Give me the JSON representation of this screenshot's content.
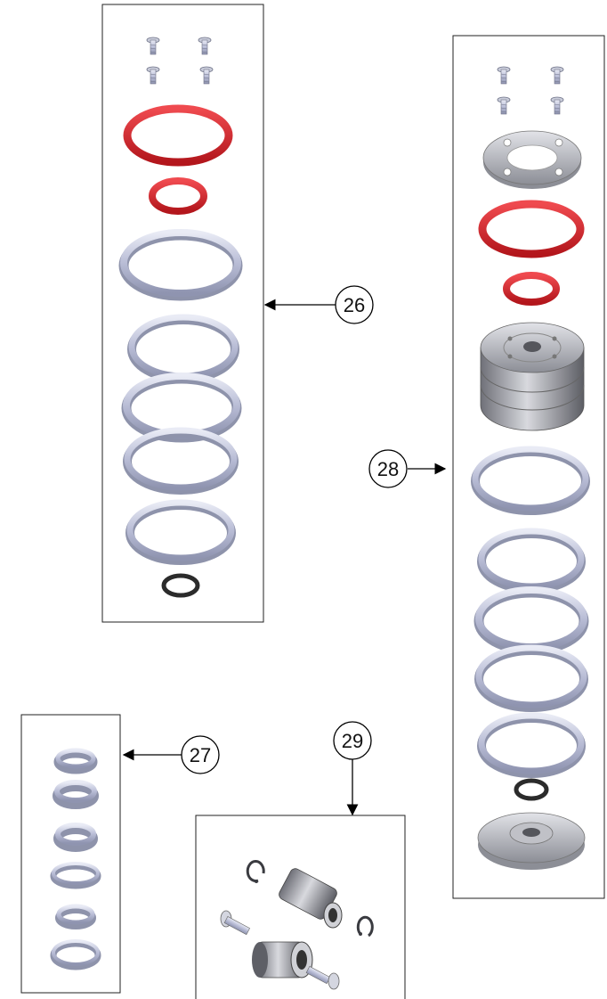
{
  "callouts": {
    "c26": "26",
    "c27": "27",
    "c28": "28",
    "c29": "29"
  },
  "colors": {
    "oring_red": "#d9252b",
    "ring_silver": "#c9cde3",
    "ring_shadow": "#8e93ab",
    "metal_gray": "#b5b7bf",
    "dark_seal": "#2b2b2b",
    "frame": "#222222",
    "arrow": "#000000"
  },
  "icons": {
    "screw": "screw-icon",
    "oring": "o-ring-icon",
    "ring": "wear-ring-icon",
    "piston": "piston-icon",
    "plate": "cover-plate-icon",
    "bushing": "bushing-icon",
    "pin": "pin-icon",
    "circlip": "circlip-icon"
  }
}
